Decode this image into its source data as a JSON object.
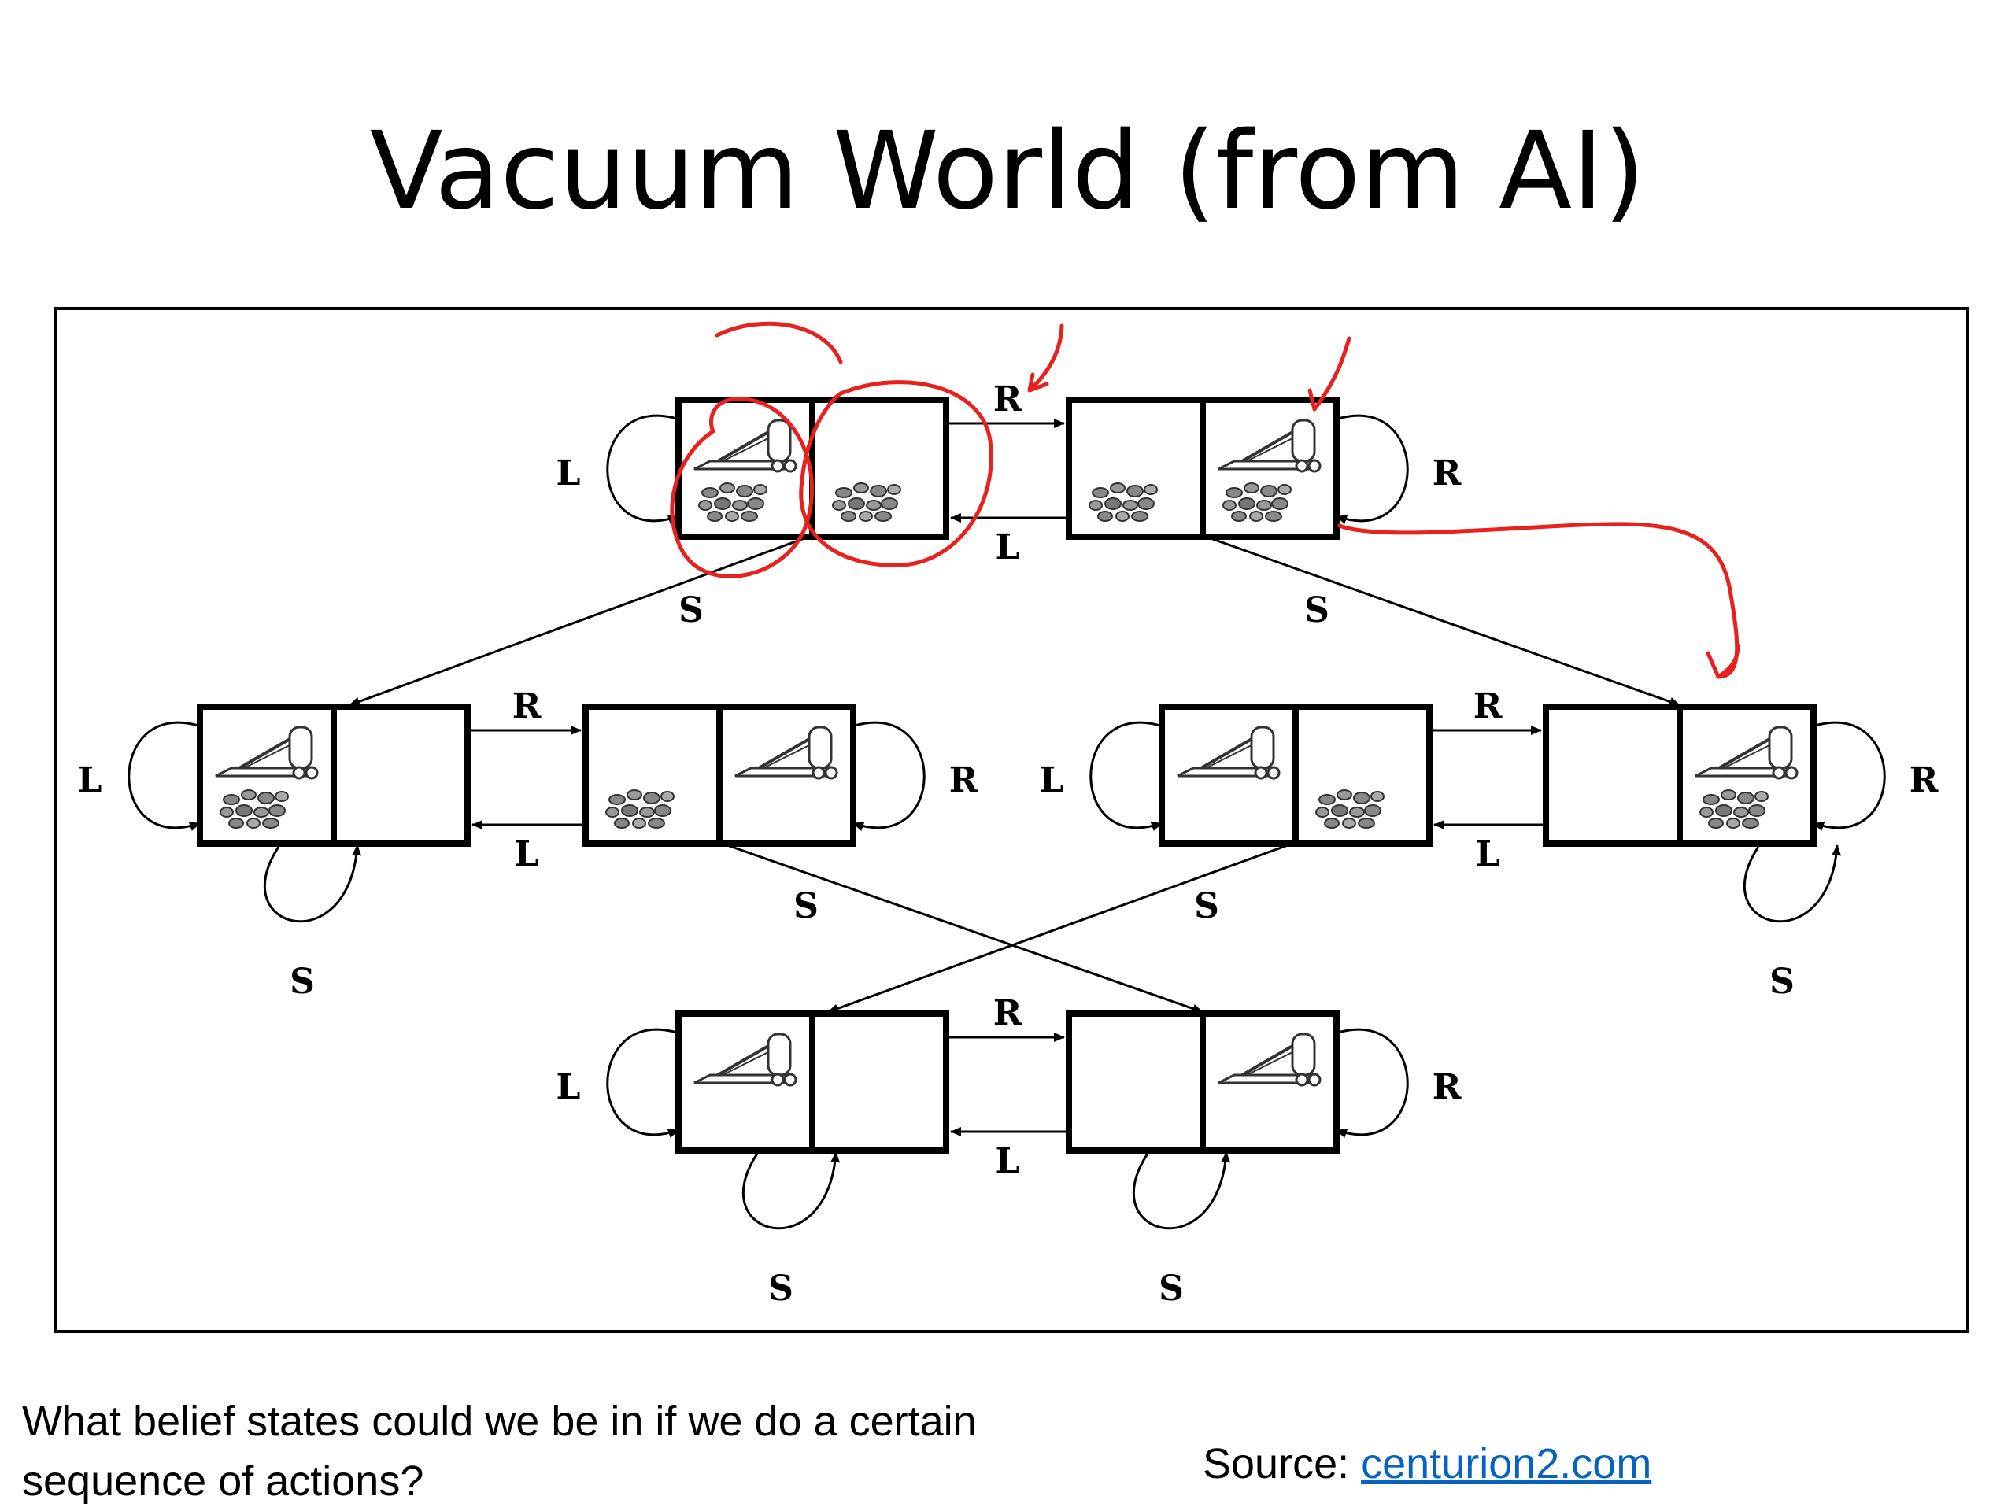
{
  "title": "Vacuum World (from AI)",
  "question": "What belief states could we be in if we do a certain sequence of  actions?",
  "source": {
    "label": "Source: ",
    "link_text": "centurion2.com"
  },
  "actions": {
    "left": "L",
    "right": "R",
    "suck": "S"
  },
  "colors": {
    "annotation": "#E8201E",
    "link": "#0563C1"
  },
  "icons": [
    "vacuum-icon",
    "dirt-icon"
  ],
  "states": [
    {
      "id": 1,
      "vacuum": "left",
      "dirt_left": true,
      "dirt_right": true
    },
    {
      "id": 2,
      "vacuum": "right",
      "dirt_left": true,
      "dirt_right": true
    },
    {
      "id": 3,
      "vacuum": "left",
      "dirt_left": false,
      "dirt_right": true
    },
    {
      "id": 4,
      "vacuum": "right",
      "dirt_left": false,
      "dirt_right": true
    },
    {
      "id": 5,
      "vacuum": "left",
      "dirt_left": true,
      "dirt_right": false
    },
    {
      "id": 6,
      "vacuum": "right",
      "dirt_left": true,
      "dirt_right": false
    },
    {
      "id": 7,
      "vacuum": "left",
      "dirt_left": false,
      "dirt_right": false
    },
    {
      "id": 8,
      "vacuum": "right",
      "dirt_left": false,
      "dirt_right": false
    }
  ],
  "transitions": [
    {
      "from": 1,
      "to": 2,
      "action": "R"
    },
    {
      "from": 2,
      "to": 1,
      "action": "L"
    },
    {
      "from": 1,
      "to": 1,
      "action": "L"
    },
    {
      "from": 2,
      "to": 2,
      "action": "R"
    },
    {
      "from": 1,
      "to": 5,
      "action": "S"
    },
    {
      "from": 2,
      "to": 4,
      "action": "S"
    },
    {
      "from": 5,
      "to": 6,
      "action": "R"
    },
    {
      "from": 6,
      "to": 5,
      "action": "L"
    },
    {
      "from": 5,
      "to": 5,
      "action": "L"
    },
    {
      "from": 5,
      "to": 5,
      "action": "S"
    },
    {
      "from": 6,
      "to": 6,
      "action": "R"
    },
    {
      "from": 6,
      "to": 8,
      "action": "S"
    },
    {
      "from": 3,
      "to": 4,
      "action": "R"
    },
    {
      "from": 4,
      "to": 3,
      "action": "L"
    },
    {
      "from": 3,
      "to": 3,
      "action": "L"
    },
    {
      "from": 3,
      "to": 7,
      "action": "S"
    },
    {
      "from": 4,
      "to": 4,
      "action": "R"
    },
    {
      "from": 4,
      "to": 4,
      "action": "S"
    },
    {
      "from": 7,
      "to": 8,
      "action": "R"
    },
    {
      "from": 8,
      "to": 7,
      "action": "L"
    },
    {
      "from": 7,
      "to": 7,
      "action": "L"
    },
    {
      "from": 7,
      "to": 7,
      "action": "S"
    },
    {
      "from": 8,
      "to": 8,
      "action": "R"
    },
    {
      "from": 8,
      "to": 8,
      "action": "S"
    }
  ]
}
